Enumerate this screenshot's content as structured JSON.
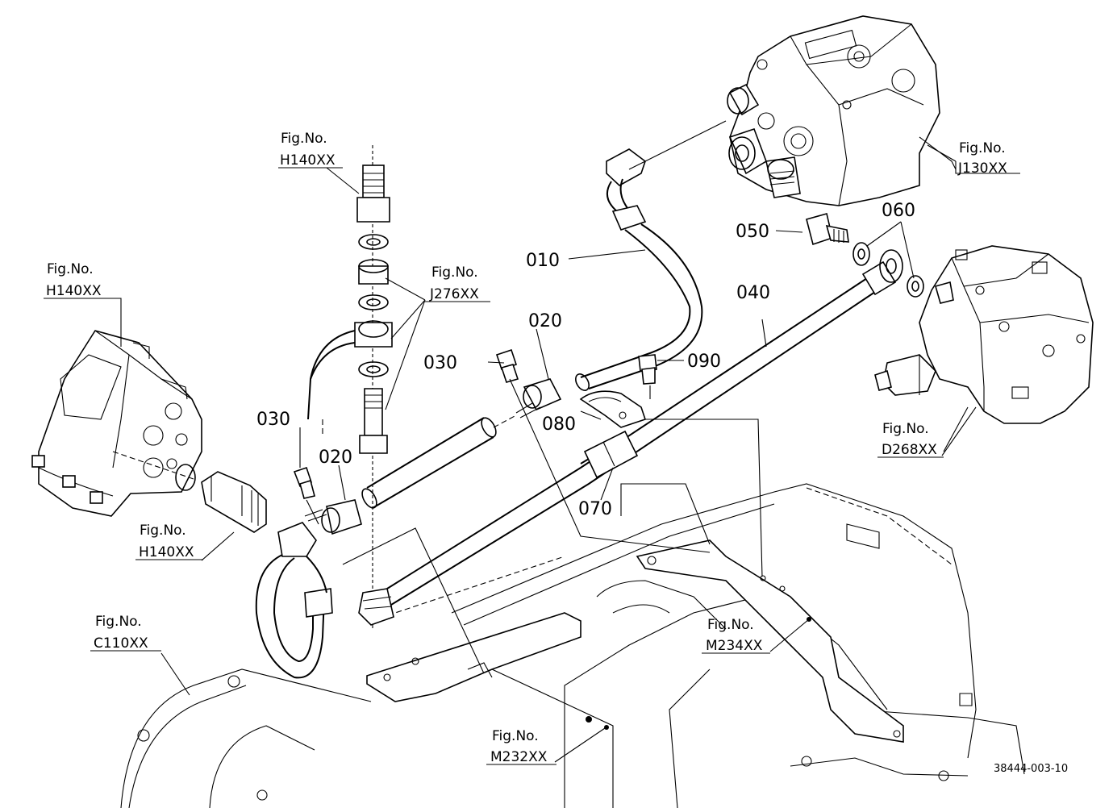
{
  "figure_refs": {
    "h140_top": [
      "Fig.No.",
      "H140XX"
    ],
    "h140_left": [
      "Fig.No.",
      "H140XX"
    ],
    "h140_bottom": [
      "Fig.No.",
      "H140XX"
    ],
    "j276": [
      "Fig.No.",
      "J276XX"
    ],
    "j130": [
      "Fig.No.",
      "J130XX"
    ],
    "d268": [
      "Fig.No.",
      "D268XX"
    ],
    "c110": [
      "Fig.No.",
      "C110XX"
    ],
    "m234": [
      "Fig.No.",
      "M234XX"
    ],
    "m232": [
      "Fig.No.",
      "M232XX"
    ]
  },
  "parts": {
    "p010": "010",
    "p020_upper": "020",
    "p020_lower": "020",
    "p030_upper": "030",
    "p030_lower": "030",
    "p040": "040",
    "p050": "050",
    "p060": "060",
    "p070": "070",
    "p080": "080",
    "p090": "090"
  },
  "drawing_code": "38444-003-10"
}
